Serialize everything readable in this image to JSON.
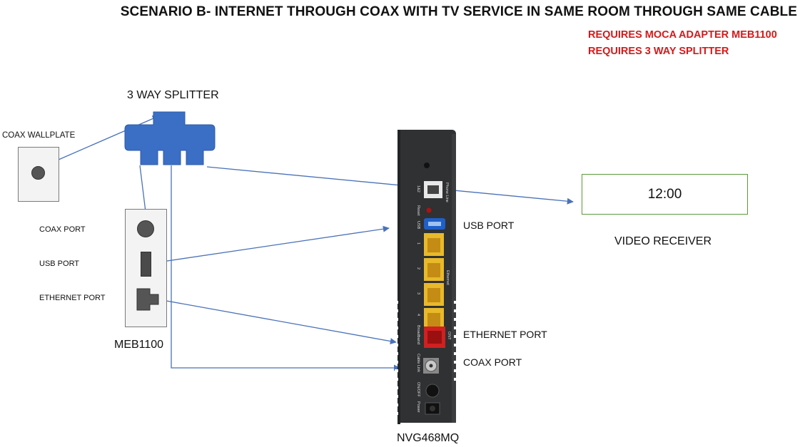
{
  "title": "SCENARIO B- INTERNET THROUGH COAX WITH TV SERVICE IN SAME ROOM THROUGH SAME CABLE",
  "requirements": [
    "REQUIRES MOCA ADAPTER MEB1100",
    "REQUIRES 3 WAY SPLITTER"
  ],
  "splitter": {
    "label": "3 WAY SPLITTER",
    "color": "#3b6fc6"
  },
  "wallplate": {
    "label": "COAX WALLPLATE"
  },
  "meb": {
    "label": "MEB1100",
    "ports": [
      "COAX  PORT",
      "USB PORT",
      "ETHERNET  PORT"
    ]
  },
  "router": {
    "label": "NVG468MQ",
    "callouts": [
      "USB PORT",
      "ETHERNET PORT",
      "COAX PORT"
    ],
    "body_text": {
      "phone_line": "Phone Line",
      "line12": "1&2",
      "reset": "Reset",
      "usb": "USB",
      "port1": "1",
      "port2": "2",
      "port3": "3",
      "port4": "4",
      "ethernet": "Ethernet",
      "broadband": "Broadband",
      "ont": "ONT",
      "cable_link": "Cable Link",
      "on_off": "ON/OFF",
      "power": "Power"
    }
  },
  "receiver": {
    "display": "12:00",
    "label": "VIDEO RECEIVER"
  },
  "colors": {
    "line": "#4a72b8",
    "receiver_border": "#5a9a3a",
    "accent_red": "#d51a1a"
  }
}
